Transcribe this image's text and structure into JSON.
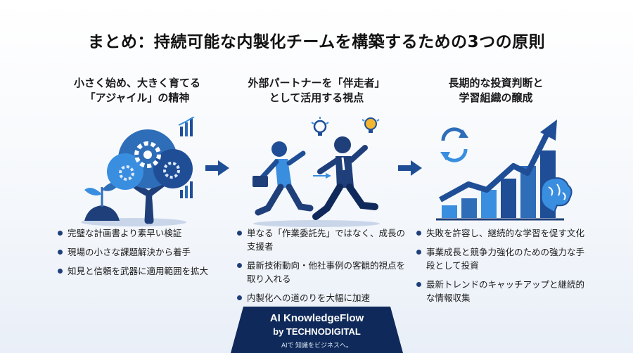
{
  "title": "まとめ：持続可能な内製化チームを構築するための3つの原則",
  "columns": [
    {
      "heading_line1": "小さく始め、大きく育てる",
      "heading_line2": "「アジャイル」の精神",
      "icon": "growing-tree-gears-icon",
      "bullets": [
        "完璧な計画書より素早い検証",
        "現場の小さな課題解決から着手",
        "知見と信頼を武器に適用範囲を拡大"
      ]
    },
    {
      "heading_line1": "外部パートナーを「伴走者」",
      "heading_line2": "として活用する視点",
      "icon": "running-partners-icon",
      "bullets": [
        "単なる「作業委託先」ではなく、成長の支援者",
        "最新技術動向・他社事例の客観的視点を取り入れる",
        "内製化への道のりを大幅に加速"
      ]
    },
    {
      "heading_line1": "長期的な投資判断と",
      "heading_line2": "学習組織の醸成",
      "icon": "growth-chart-brain-icon",
      "bullets": [
        "失敗を許容し、継続的な学習を促す文化",
        "事業成長と競争力強化のための強力な手段として投資",
        "最新トレンドのキャッチアップと継続的な情報収集"
      ]
    }
  ],
  "footer": {
    "brand_line1": "AI KnowledgeFlow",
    "brand_line2": "by TECHNODIGITAL",
    "tagline": "AIで 知識をビジネスへ。"
  },
  "colors": {
    "primary": "#1f4e96",
    "accent": "#3a8ee0",
    "footer_bg": "#0f2a5a"
  }
}
